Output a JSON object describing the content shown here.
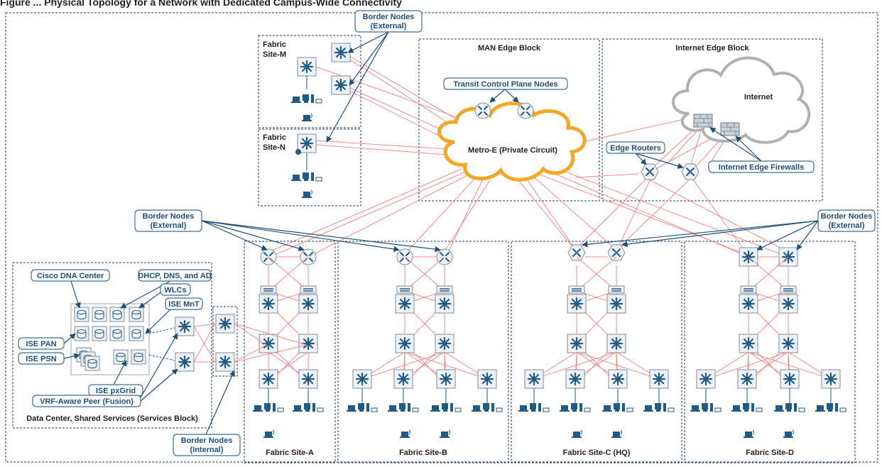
{
  "title_partial": "Figure  ...  Physical Topology for a Network with Dedicated Campus-Wide Connectivity",
  "colors": {
    "link": "#f08a8a",
    "callout_border": "#3c6e93",
    "callout_text": "#1d4f7a",
    "device_blue": "#1f5b86",
    "cloud_orange": "#f5a623",
    "block_border": "#1f3b5c",
    "firewall": "#9aa7b3"
  },
  "blocks": {
    "fabric_m": "Fabric\nSite-M",
    "fabric_n": "Fabric\nSite-N",
    "man_edge": "MAN Edge Block",
    "internet_edge": "Internet Edge Block",
    "services_block": "Data Center, Shared Services (Services Block)",
    "fabric_a": "Fabric Site-A",
    "fabric_b": "Fabric Site-B",
    "fabric_c": "Fabric Site-C (HQ)",
    "fabric_d": "Fabric Site-D"
  },
  "clouds": {
    "metro": "Metro-E (Private Circuit)",
    "internet": "Internet"
  },
  "callouts": {
    "border_top": [
      "Border Nodes",
      "(External)"
    ],
    "border_left": [
      "Border Nodes",
      "(External)"
    ],
    "border_right": [
      "Border Nodes",
      "(External)"
    ],
    "border_internal": [
      "Border Nodes",
      "(Internal)"
    ],
    "transit": "Transit Control Plane Nodes",
    "edge_routers": "Edge Routers",
    "inet_firewalls": "Internet Edge Firewalls",
    "dna_center": "Cisco DNA Center",
    "dhcp": "DHCP, DNS, and AD",
    "wlcs": "WLCs",
    "ise_mnt": "ISE MnT",
    "ise_pan": "ISE PAN",
    "ise_psn": "ISE PSN",
    "ise_pxgrid": "ISE pxGrid",
    "vrf_peer": "VRF-Aware Peer (Fusion)"
  },
  "icons": [
    "switch-icon",
    "router-icon",
    "firewall-icon",
    "workstation-icon",
    "laptop-icon",
    "access-point-icon",
    "server-icon",
    "cloud-icon"
  ]
}
